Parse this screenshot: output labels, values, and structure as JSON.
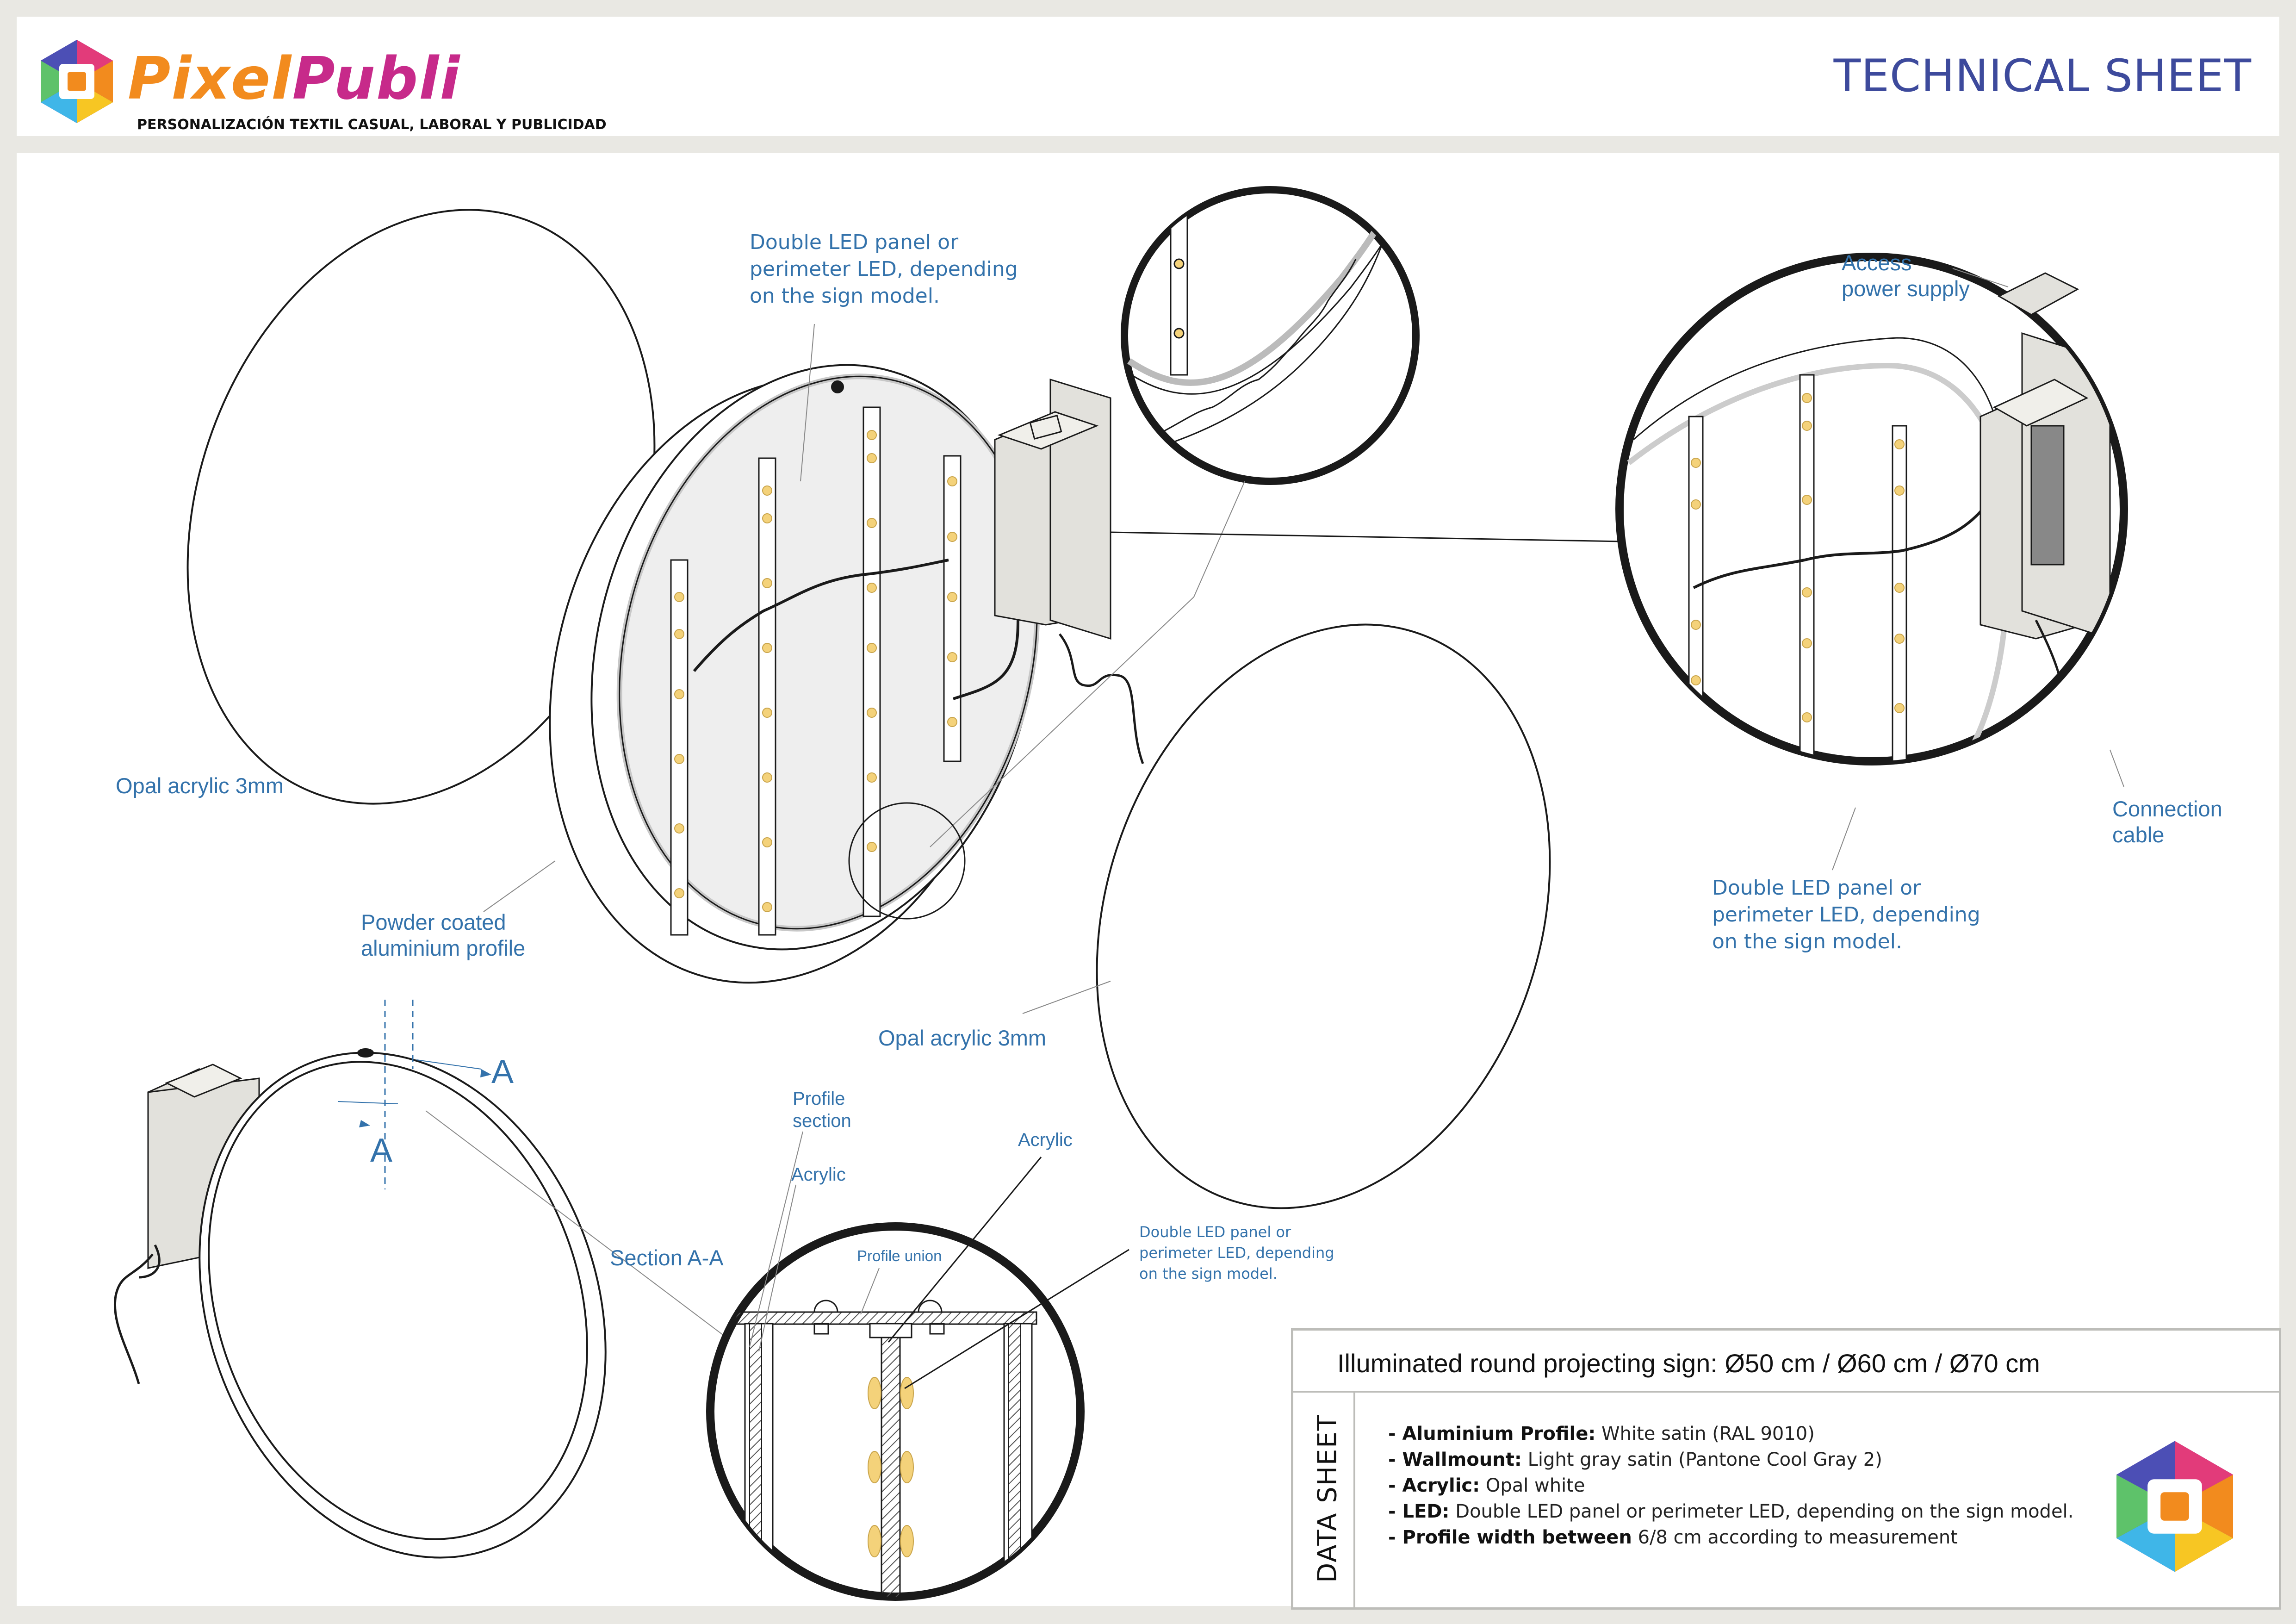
{
  "header": {
    "brand_name_part1": "Pixel",
    "brand_name_part2": "Publi",
    "brand_tagline": "PERSONALIZACIÓN TEXTIL CASUAL, LABORAL Y PUBLICIDAD",
    "sheet_title": "TECHNICAL SHEET"
  },
  "labels": {
    "led_top": [
      "Double LED panel or",
      "perimeter LED, depending",
      "on the sign model."
    ],
    "opal_left": "Opal acrylic 3mm",
    "profile_powder": [
      "Powder coated",
      "aluminium profile"
    ],
    "opal_right": "Opal acrylic 3mm",
    "access_power": [
      "Access",
      "power supply"
    ],
    "connection_cable": [
      "Connection",
      "cable"
    ],
    "led_right": [
      "Double LED panel or",
      "perimeter LED, depending",
      "on the sign model."
    ],
    "section_a": "A",
    "section_aa": "Section A-A",
    "profile_section": [
      "Profile",
      "section"
    ],
    "acrylic_left": "Acrylic",
    "acrylic_right": "Acrylic",
    "profile_union": "Profile union",
    "led_small": [
      "Double LED panel or",
      "perimeter LED, depending",
      "on the sign model."
    ]
  },
  "datasheet": {
    "title": "Illuminated round projecting sign: Ø50 cm / Ø60 cm / Ø70 cm",
    "vertical_label": "DATA SHEET",
    "items": [
      {
        "key": "- Aluminium Profile:",
        "value": " White satin (RAL 9010)"
      },
      {
        "key": "- Wallmount:",
        "value": "  Light gray satin (Pantone Cool Gray 2)"
      },
      {
        "key": "- Acrylic:",
        "value": " Opal white"
      },
      {
        "key": "- LED:",
        "value": " Double LED panel or perimeter LED, depending on the sign model."
      },
      {
        "key": "- Profile width between",
        "value": " 6/8 cm according to measurement"
      }
    ]
  },
  "colors": {
    "label_blue": "#3372ab",
    "title_blue": "#3d4a9c",
    "brand_orange": "#f28b1e",
    "brand_magenta": "#c72a8a",
    "brand_purple": "#7a3fb0",
    "line_dark": "#1a1a1a",
    "wall_gray": "#e2e1dc"
  }
}
